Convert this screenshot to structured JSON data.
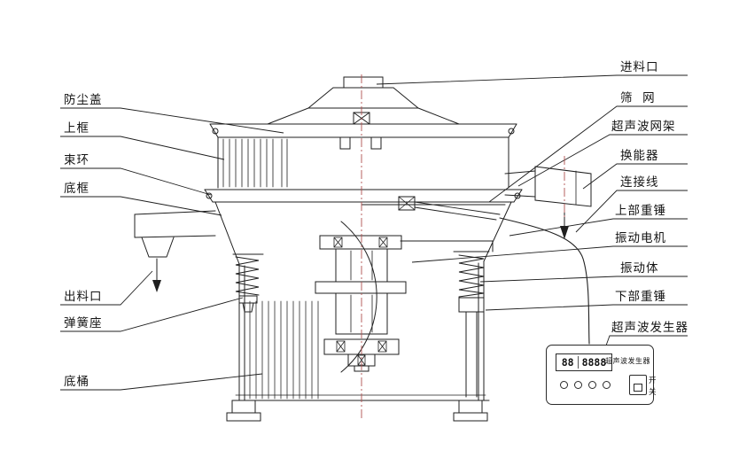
{
  "diagram": {
    "left_labels": [
      {
        "id": "dust-cover",
        "text": "防尘盖"
      },
      {
        "id": "upper-frame",
        "text": "上框"
      },
      {
        "id": "clamp-ring",
        "text": "束环"
      },
      {
        "id": "bottom-frame",
        "text": "底框"
      },
      {
        "id": "discharge-outlet",
        "text": "出料口"
      },
      {
        "id": "spring-seat",
        "text": "弹簧座"
      },
      {
        "id": "bottom-barrel",
        "text": "底桶"
      }
    ],
    "right_labels": [
      {
        "id": "feed-inlet",
        "text": "进料口"
      },
      {
        "id": "screen-mesh",
        "text": "筛  网"
      },
      {
        "id": "ultrasonic-mesh-frame",
        "text": "超声波网架"
      },
      {
        "id": "transducer",
        "text": "换能器"
      },
      {
        "id": "connecting-wire",
        "text": "连接线"
      },
      {
        "id": "upper-weight",
        "text": "上部重锤"
      },
      {
        "id": "vibration-motor",
        "text": "振动电机"
      },
      {
        "id": "vibration-body",
        "text": "振动体"
      },
      {
        "id": "lower-weight",
        "text": "下部重锤"
      },
      {
        "id": "ultrasonic-generator",
        "text": "超声波发生器"
      }
    ],
    "generator_panel": {
      "label": "超声波发生器",
      "display_groups": [
        "88",
        "8888"
      ],
      "switch_on": "开",
      "switch_off": "关"
    },
    "colors": {
      "line": "#1f1f1f",
      "centerline": "#b0504f",
      "background": "#ffffff"
    }
  }
}
